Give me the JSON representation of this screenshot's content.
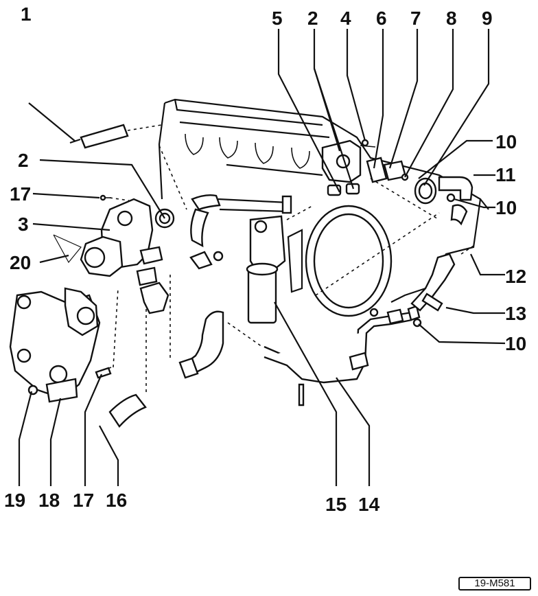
{
  "diagram": {
    "labels": {
      "l1": "1",
      "l2a": "2",
      "l2b": "2",
      "l3": "3",
      "l4": "4",
      "l5": "5",
      "l6": "6",
      "l7": "7",
      "l8": "8",
      "l9": "9",
      "l10a": "10",
      "l10b": "10",
      "l10c": "10",
      "l11": "11",
      "l12": "12",
      "l13": "13",
      "l14": "14",
      "l15": "15",
      "l16": "16",
      "l17a": "17",
      "l17b": "17",
      "l18": "18",
      "l19": "19",
      "l20": "20"
    },
    "reference": "19-M581"
  }
}
